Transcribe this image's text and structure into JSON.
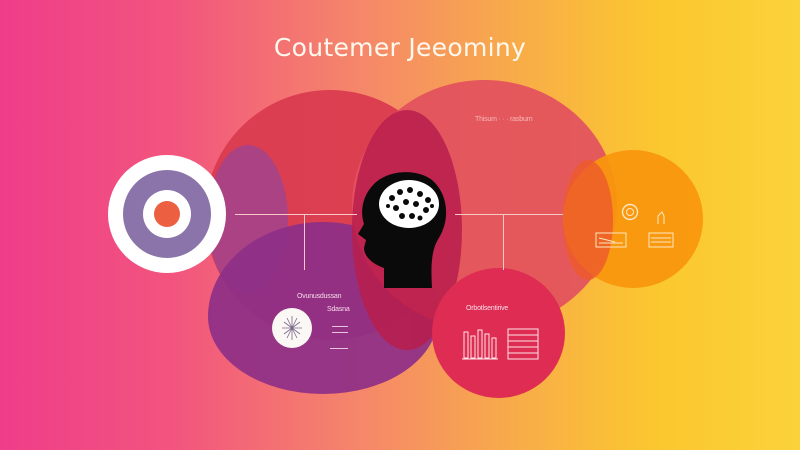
{
  "title": "Coutemer Jeeominy",
  "nodes": {
    "target": {
      "icon": "target-icon"
    },
    "center": {
      "icon": "head-brain-icon"
    },
    "purple_circle": {
      "heading": "Ovunusdussan",
      "subheading": "Sdasna",
      "icon": "neural-brain-icon"
    },
    "top_right_circle": {
      "text": "Thisum · · · rasburn"
    },
    "pink_circle": {
      "heading": "Orbotlsentirive",
      "icons": [
        "bar-chart-icon",
        "list-icon"
      ]
    },
    "orange_circle": {
      "icons": [
        "globe-icon",
        "bell-icon",
        "card-icon",
        "document-icon"
      ]
    }
  },
  "colors": {
    "background_start": "#ef3d8a",
    "background_end": "#fbd23a",
    "red": "#d93a4e",
    "purple": "#8e2f86",
    "orange": "#f9970e",
    "pink": "#df2c52",
    "target_ring": "#8a74aa",
    "target_center": "#ec5f40"
  }
}
